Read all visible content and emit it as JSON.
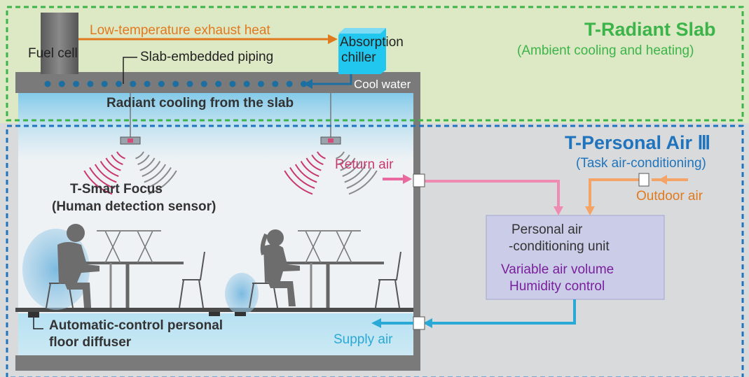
{
  "zones": {
    "radiant_slab": {
      "title": "T-Radiant Slab",
      "subtitle": "(Ambient cooling and heating)"
    },
    "personal_air": {
      "title": "T-Personal Air Ⅲ",
      "subtitle": "(Task air-conditioning)"
    }
  },
  "components": {
    "fuel_cell": "Fuel cell",
    "absorption_chiller_line1": "Absorption",
    "absorption_chiller_line2": "chiller",
    "slab_piping": "Slab-embedded piping",
    "cool_water": "Cool water",
    "radiant_cooling": "Radiant cooling from the slab",
    "sensor_line1": "T-Smart Focus",
    "sensor_line2": "(Human detection sensor)",
    "diffuser_line1": "Automatic-control personal",
    "diffuser_line2": "floor diffuser",
    "ac_unit": {
      "line1": "Personal air",
      "line2": "-conditioning unit",
      "feature1": "Variable air volume",
      "feature2": "Humidity control"
    }
  },
  "flows": {
    "exhaust_heat": "Low-temperature exhaust heat",
    "return_air": "Return air",
    "outdoor_air": "Outdoor air",
    "supply_air": "Supply air"
  },
  "colors": {
    "radiant_zone": "#3cb44a",
    "personal_zone": "#1f74bd",
    "exhaust": "#e07a1f",
    "return_air": "#e86a9e",
    "outdoor_air": "#f4a466",
    "supply_air": "#2aa8d6",
    "cool_water": "#1c6fa0",
    "chiller": "#22c7ef",
    "ac_text": "#7a1f9c",
    "sensor_wave_front": "#c8386e",
    "sensor_wave_back": "#8a8a8a"
  }
}
